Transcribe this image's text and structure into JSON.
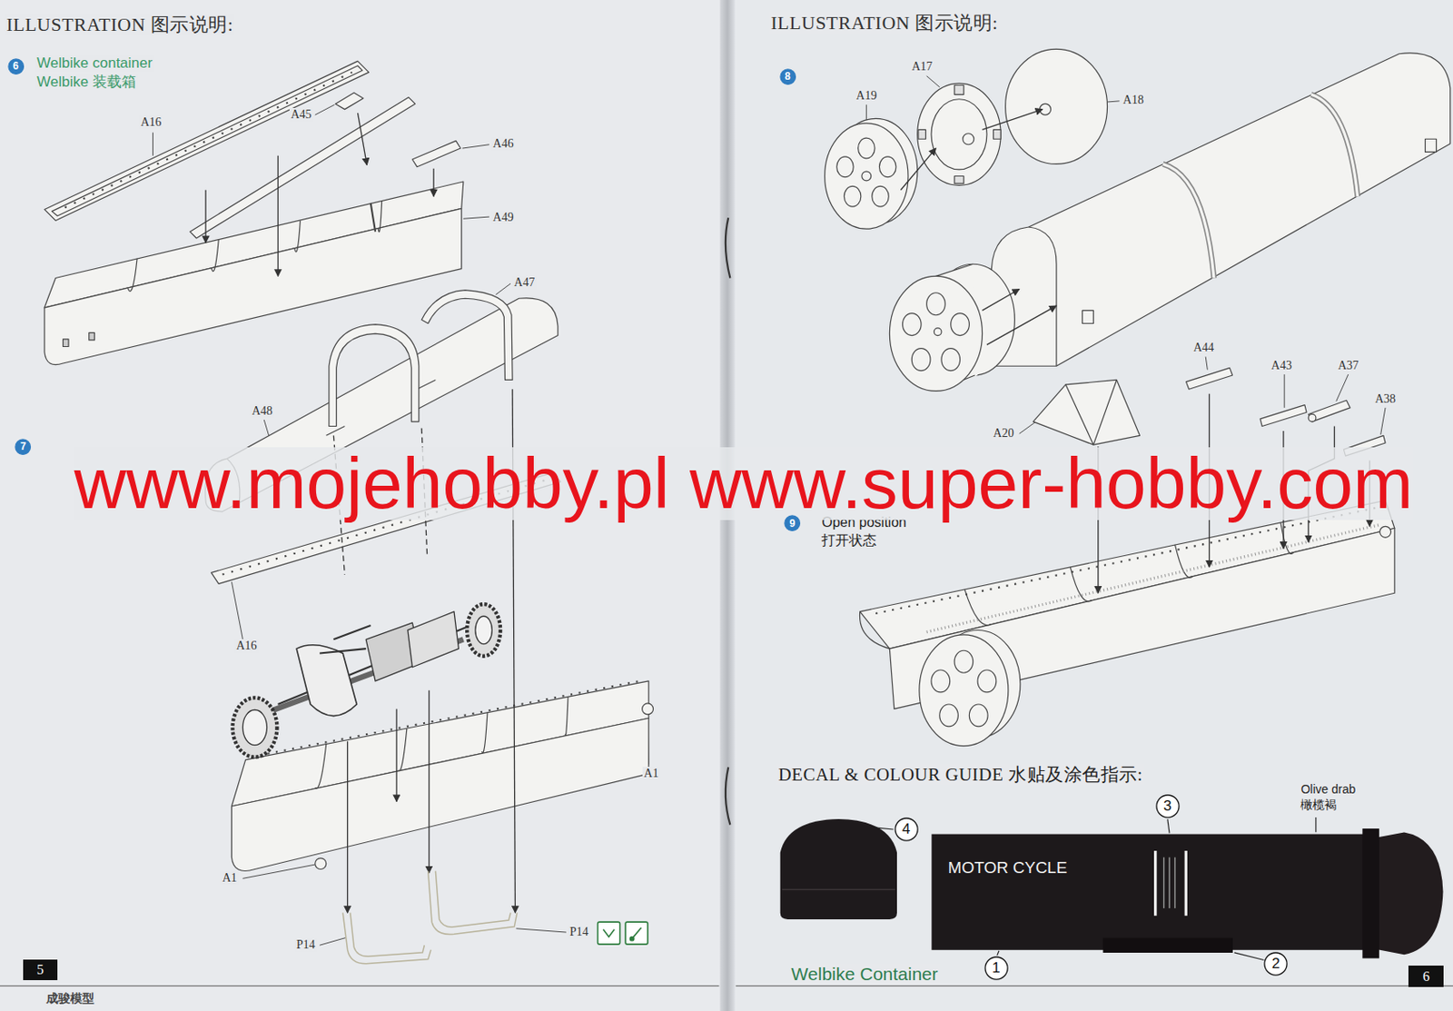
{
  "diagram": {
    "nodes": [
      {
        "text": [
          "6"
        ]
      },
      {
        "text": [
          "7"
        ]
      },
      {
        "text": [
          "5"
        ]
      },
      {
        "text": [
          "8"
        ]
      },
      {
        "text": [
          "9"
        ]
      },
      {
        "text": [
          "4"
        ]
      },
      {
        "text": [
          "3"
        ]
      },
      {
        "text": [
          "MOTOR CYCLE"
        ]
      },
      {
        "text": [
          "1"
        ]
      },
      {
        "text": [
          "2"
        ]
      },
      {
        "text": [
          "6"
        ]
      }
    ],
    "labels": [
      "ILLUSTRATION 图示说明:",
      "Welbike container",
      "Welbike 装载箱",
      "A16",
      "A45",
      "A46",
      "A49",
      "A47",
      "A48",
      "A16",
      "A1",
      "A1",
      "P14",
      "P14",
      "成骏模型",
      "ILLUSTRATION 图示说明:",
      "A19",
      "A17",
      "A18",
      "A20",
      "A44",
      "A43",
      "A37",
      "A38",
      "Open position",
      "打开状态",
      "DECAL & COLOUR GUIDE 水贴及涂色指示:",
      "Olive drab",
      "橄榄褐",
      "Welbike Container",
      "www.mojehobby.pl www.super-hobby.com"
    ]
  }
}
